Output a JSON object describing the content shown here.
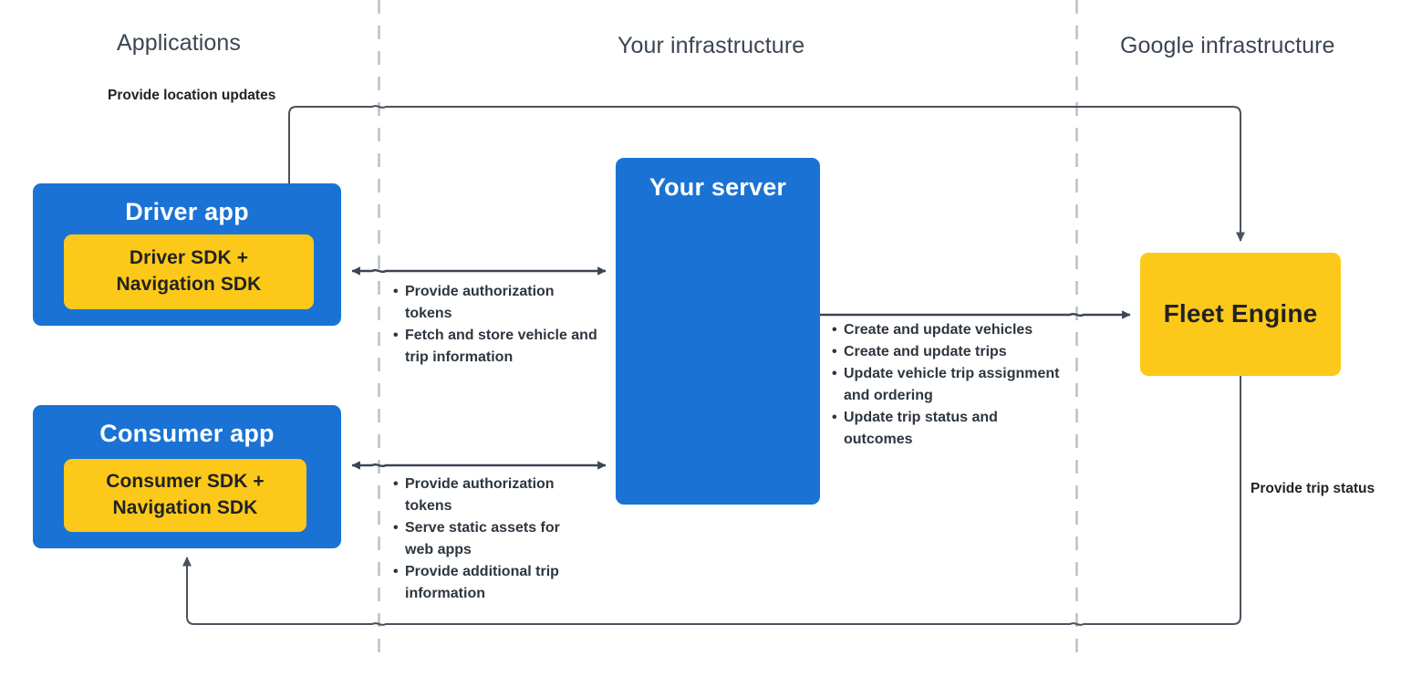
{
  "lanes": [
    {
      "title": "Applications"
    },
    {
      "title": "Your infrastructure"
    },
    {
      "title": "Google infrastructure"
    }
  ],
  "nodes": {
    "driver_app": {
      "title": "Driver app",
      "sdk": "Driver SDK +\nNavigation SDK"
    },
    "consumer_app": {
      "title": "Consumer app",
      "sdk": "Consumer SDK +\nNavigation SDK"
    },
    "your_server": {
      "title": "Your server"
    },
    "fleet_engine": {
      "title": "Fleet Engine"
    }
  },
  "edge_labels": {
    "location_updates": "Provide location updates",
    "trip_status": "Provide trip status"
  },
  "bullet_groups": {
    "driver_server": [
      "Provide authorization tokens",
      "Fetch and store vehicle and trip information"
    ],
    "consumer_server": [
      "Provide authorization tokens",
      "Serve static assets for web apps",
      "Provide additional trip information"
    ],
    "server_fleet": [
      "Create and update vehicles",
      "Create and update trips",
      "Update vehicle trip assignment and ordering",
      "Update trip status and outcomes"
    ]
  },
  "colors": {
    "blue": "#1a73d4",
    "yellow": "#fcc91a",
    "wire": "#4a525c",
    "lane_divider": "#b8bec6",
    "lane_title": "#3c4552",
    "text_dark": "#2d3640"
  }
}
